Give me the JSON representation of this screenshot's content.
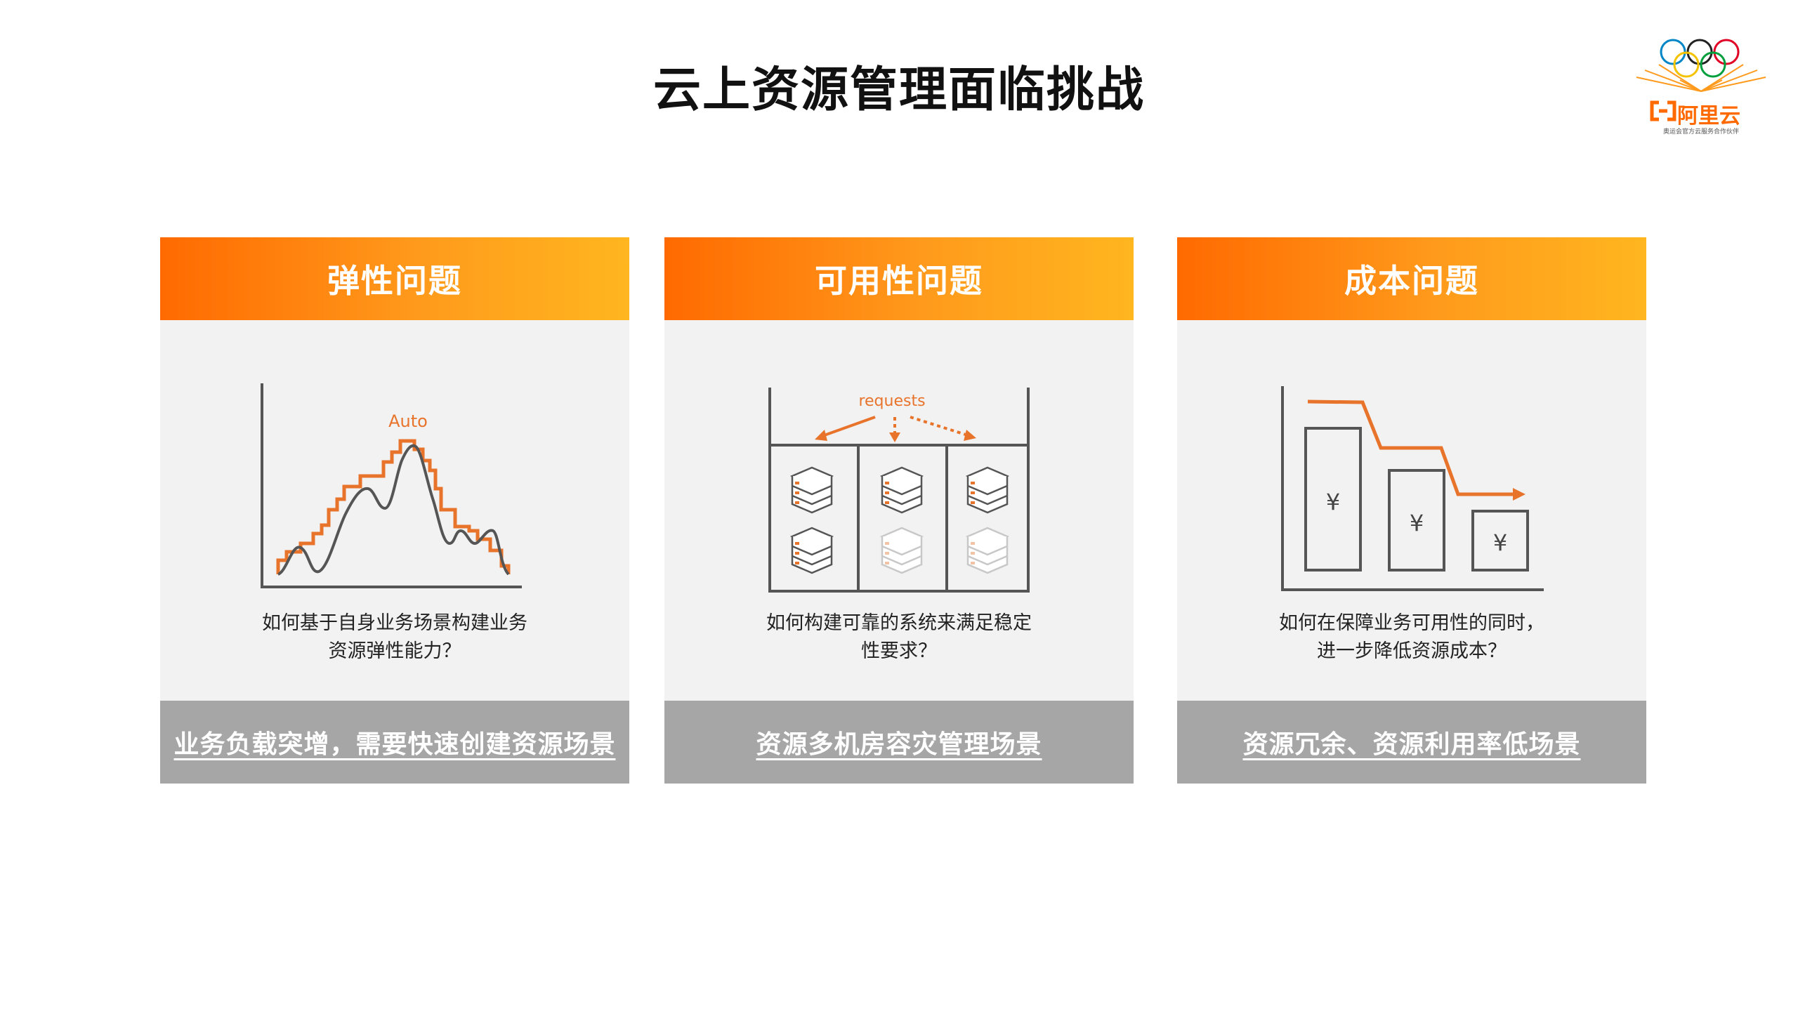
{
  "title": "云上资源管理面临挑战",
  "logo": {
    "name": "阿里云",
    "tagline": "奥运会官方云服务合作伙伴",
    "icon": "olympic-rings-icon"
  },
  "colors": {
    "accent_orange": "#ff6a00",
    "gradient_end": "#ffb61f",
    "card_bg": "#f2f2f2",
    "footer_gray": "#a6a6a6"
  },
  "cards": [
    {
      "header": "弹性问题",
      "chart_label": "Auto",
      "desc_line1": "如何基于自身业务场景构建业务",
      "desc_line2": "资源弹性能力？",
      "footer": "业务负载突增，需要快速创建资源场景",
      "icon": "elastic-scaling-chart-icon"
    },
    {
      "header": "可用性问题",
      "chart_label": "requests",
      "desc_line1": "如何构建可靠的系统来满足稳定",
      "desc_line2": "性要求？",
      "footer": "资源多机房容灾管理场景",
      "icon": "server-racks-icon"
    },
    {
      "header": "成本问题",
      "chart_label": "¥",
      "desc_line1": "如何在保障业务可用性的同时，",
      "desc_line2": "进一步降低资源成本？",
      "footer": "资源冗余、资源利用率低场景",
      "icon": "cost-decline-chart-icon"
    }
  ]
}
